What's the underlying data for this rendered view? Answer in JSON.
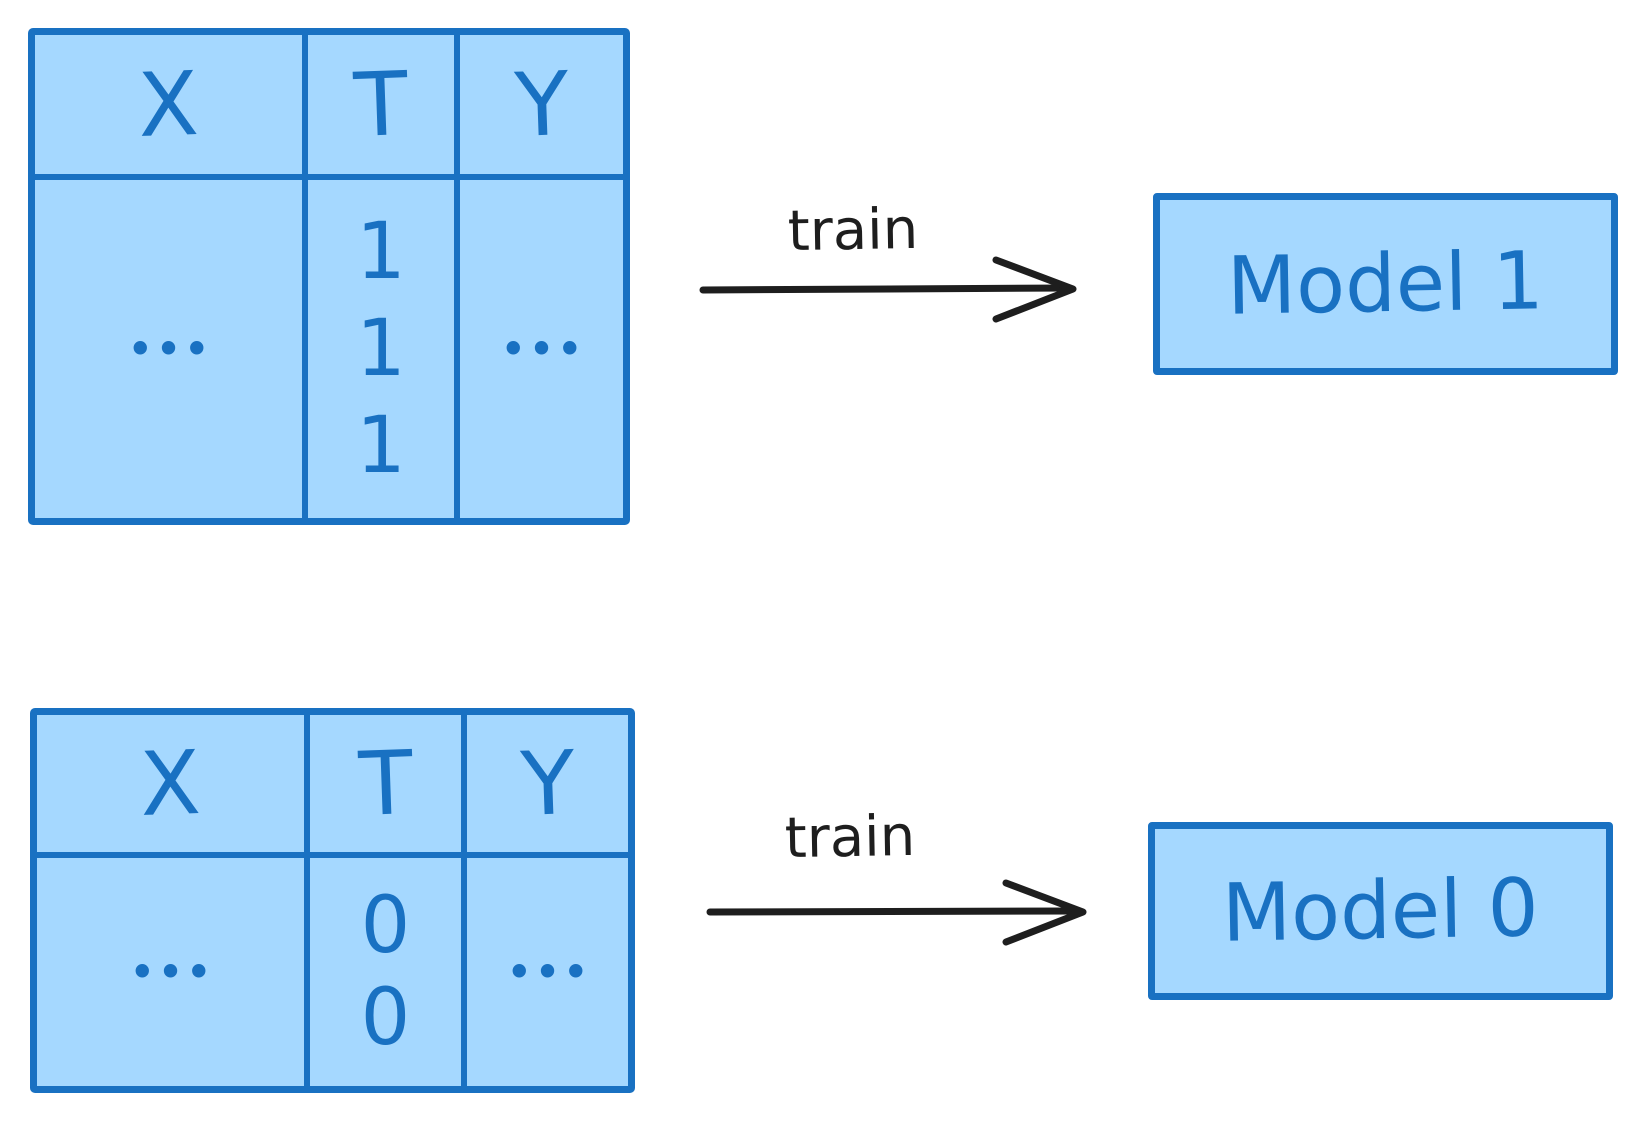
{
  "colors": {
    "shape_fill": "#a5d8ff",
    "shape_stroke": "#1971c2",
    "arrow_black": "#1e1e1e"
  },
  "top_flow": {
    "table": {
      "headers": [
        "X",
        "T",
        "Y"
      ],
      "x_cell": "•••",
      "t_cell_values": [
        "1",
        "1",
        "1"
      ],
      "y_cell": "•••"
    },
    "arrow_label": "train",
    "model_label": "Model 1"
  },
  "bottom_flow": {
    "table": {
      "headers": [
        "X",
        "T",
        "Y"
      ],
      "x_cell": "•••",
      "t_cell_values": [
        "0",
        "0"
      ],
      "y_cell": "•••"
    },
    "arrow_label": "train",
    "model_label": "Model 0"
  }
}
